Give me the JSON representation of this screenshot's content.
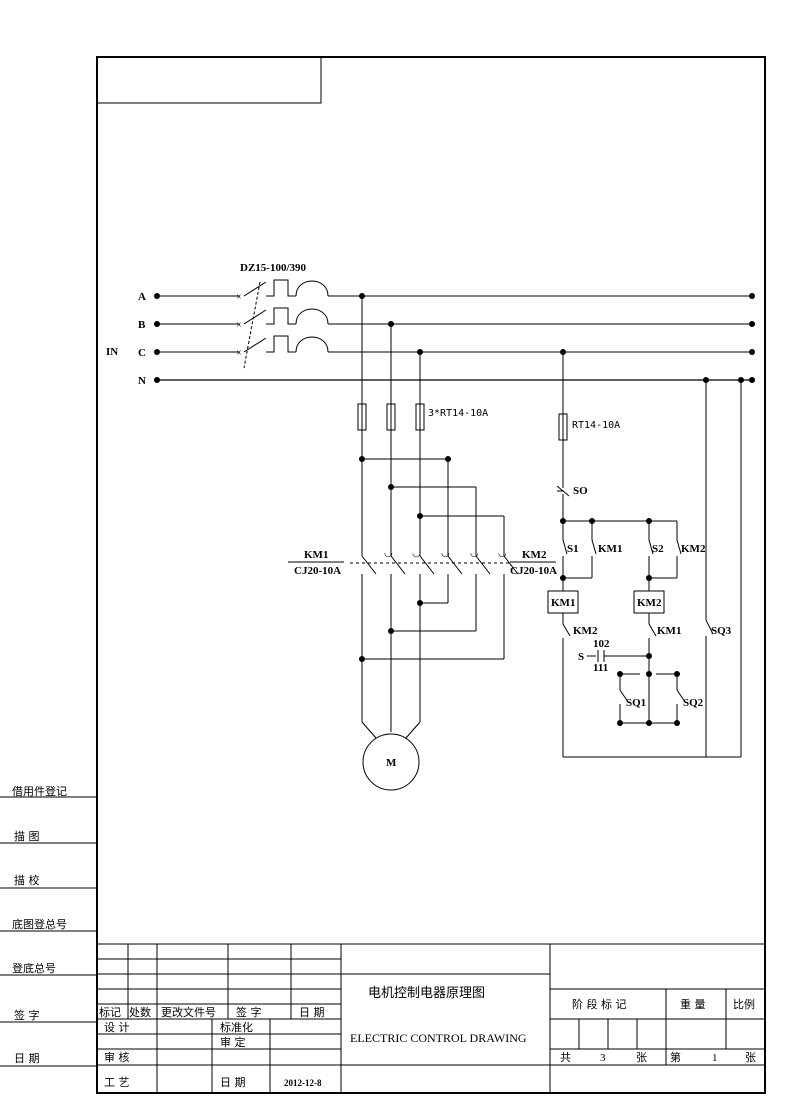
{
  "labels": {
    "breaker": "DZ15-100/390",
    "phase_a": "A",
    "phase_b": "B",
    "phase_c": "C",
    "neutral": "N",
    "input": "IN",
    "main_fuses": "3*RT14-10A",
    "ctrl_fuse": "RT14-10A",
    "stop_btn": "SO",
    "s1": "S1",
    "s2": "S2",
    "km1_aux": "KM1",
    "km2_aux": "KM2",
    "km1_contactor": "KM1",
    "km1_model": "CJ20-10A",
    "km2_contactor": "KM2",
    "km2_model": "CJ20-10A",
    "km1_coil": "KM1",
    "km2_coil": "KM2",
    "km2_interlock": "KM2",
    "km1_interlock": "KM1",
    "sq1": "SQ1",
    "sq2": "SQ2",
    "sq3": "SQ3",
    "s_switch": "S",
    "terminal_102": "102",
    "terminal_111": "111",
    "motor": "M"
  },
  "side_stamps": [
    "借用件登记",
    "描  图",
    "描  校",
    "底图登总号",
    "登底总号",
    "签  字",
    "日  期"
  ],
  "title_block": {
    "headers": [
      "标记",
      "处数",
      "更改文件号",
      "签  字",
      "日  期"
    ],
    "design": "设  计",
    "standardize": "标准化",
    "review": "审  定",
    "check": "审  核",
    "process": "工  艺",
    "date_label": "日  期",
    "date": "2012-12-8",
    "title_cn": "电机控制电器原理图",
    "title_en": "ELECTRIC CONTROL DRAWING",
    "stage_mark": "阶 段 标 记",
    "weight": "重  量",
    "scale": "比例",
    "total_pre": "共",
    "total_sheets": "3",
    "sheet_unit": "张",
    "sheet_pre": "第",
    "sheet_no": "1",
    "sheet_unit2": "张"
  }
}
